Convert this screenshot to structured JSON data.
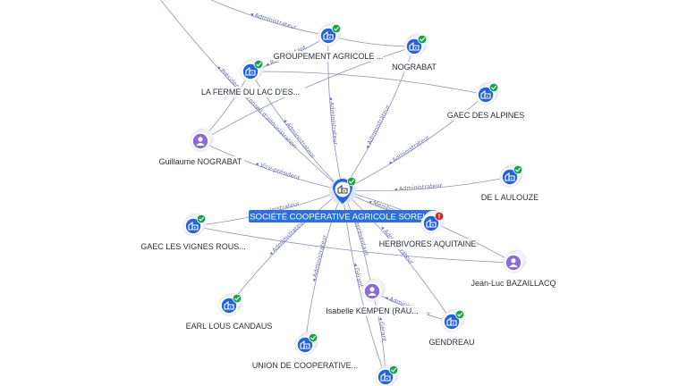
{
  "colors": {
    "company": "#2563d9",
    "person": "#8a6ad6",
    "check": "#16a34a",
    "alert": "#dc2626",
    "edge": "#8c92b8",
    "edge_label": "#6670a8",
    "center_label_bg": "#2d6fe0"
  },
  "nodes": [
    {
      "id": "center",
      "label": "SOCIÉTÉ COOPÉRATIVE AGRICOLE SORELIS",
      "kind": "center",
      "badge": "check"
    },
    {
      "id": "groupement",
      "label": "GROUPEMENT AGRICOLE ...",
      "kind": "company",
      "badge": "check"
    },
    {
      "id": "nograbat",
      "label": "NOGRABAT",
      "kind": "company",
      "badge": "check"
    },
    {
      "id": "ferme",
      "label": "LA FERME DU LAC D'ES...",
      "kind": "company",
      "badge": "check"
    },
    {
      "id": "gaec_alpines",
      "label": "GAEC DES ALPINES",
      "kind": "company",
      "badge": "check"
    },
    {
      "id": "guillaume",
      "label": "Guillaume NOGRABAT",
      "kind": "person",
      "badge": ""
    },
    {
      "id": "aulouze",
      "label": "DE L AULOUZE",
      "kind": "company",
      "badge": "check"
    },
    {
      "id": "vignes",
      "label": "GAEC LES VIGNES ROUS...",
      "kind": "company",
      "badge": "check"
    },
    {
      "id": "herbivores",
      "label": "HERBIVORES AQUITAINE",
      "kind": "company",
      "badge": "alert"
    },
    {
      "id": "jeanluc",
      "label": "Jean-Luc BAZAILLACQ",
      "kind": "person",
      "badge": ""
    },
    {
      "id": "earl",
      "label": "EARL LOUS CANDAUS",
      "kind": "company",
      "badge": "check"
    },
    {
      "id": "isabelle",
      "label": "Isabelle KEMPEN (RAU...",
      "kind": "person",
      "badge": ""
    },
    {
      "id": "union",
      "label": "UNION DE COOPERATIVE...",
      "kind": "company",
      "badge": "check"
    },
    {
      "id": "gendreau",
      "label": "GENDREAU",
      "kind": "company",
      "badge": "check"
    },
    {
      "id": "bottom",
      "label": "",
      "kind": "company",
      "badge": "check"
    }
  ],
  "edges": [
    {
      "from": "center",
      "to": "groupement",
      "label": "Administrateur"
    },
    {
      "from": "center",
      "to": "nograbat",
      "label": "Administrateur"
    },
    {
      "from": "center",
      "to": "ferme",
      "label": "Administrateur"
    },
    {
      "from": "center",
      "to": "gaec_alpines",
      "label": "Administrateur"
    },
    {
      "from": "center",
      "to": "guillaume",
      "label": "Vice-président"
    },
    {
      "from": "center",
      "to": "aulouze",
      "label": "Administrateur"
    },
    {
      "from": "center",
      "to": "vignes",
      "label": "Administrateur"
    },
    {
      "from": "center",
      "to": "herbivores",
      "label": "Membre"
    },
    {
      "from": "center",
      "to": "jeanluc",
      "label": "Gérant"
    },
    {
      "from": "center",
      "to": "earl",
      "label": "Administrateur"
    },
    {
      "from": "center",
      "to": "isabelle",
      "label": "Représentant"
    },
    {
      "from": "center",
      "to": "union",
      "label": "Administrateur"
    },
    {
      "from": "center",
      "to": "gendreau",
      "label": "Administrateur"
    },
    {
      "from": "center",
      "to": "bottom",
      "label": "Gérant"
    },
    {
      "from": "center",
      "to": "topleft",
      "label": "Président du conseil d'administration"
    },
    {
      "from": "ferme",
      "to": "groupement",
      "label": "Représentant"
    },
    {
      "from": "ferme",
      "to": "gaec_alpines",
      "label": ""
    },
    {
      "from": "guillaume",
      "to": "ferme",
      "label": ""
    },
    {
      "from": "guillaume",
      "to": "nograbat",
      "label": ""
    },
    {
      "from": "groupement",
      "to": "nograbat",
      "label": ""
    },
    {
      "from": "groupement",
      "to": "topleft2",
      "label": "Administrateur"
    },
    {
      "from": "vignes",
      "to": "jeanluc",
      "label": ""
    },
    {
      "from": "isabelle",
      "to": "bottom",
      "label": "Gérant"
    },
    {
      "from": "isabelle",
      "to": "gendreau",
      "label": "Administrateur"
    }
  ]
}
